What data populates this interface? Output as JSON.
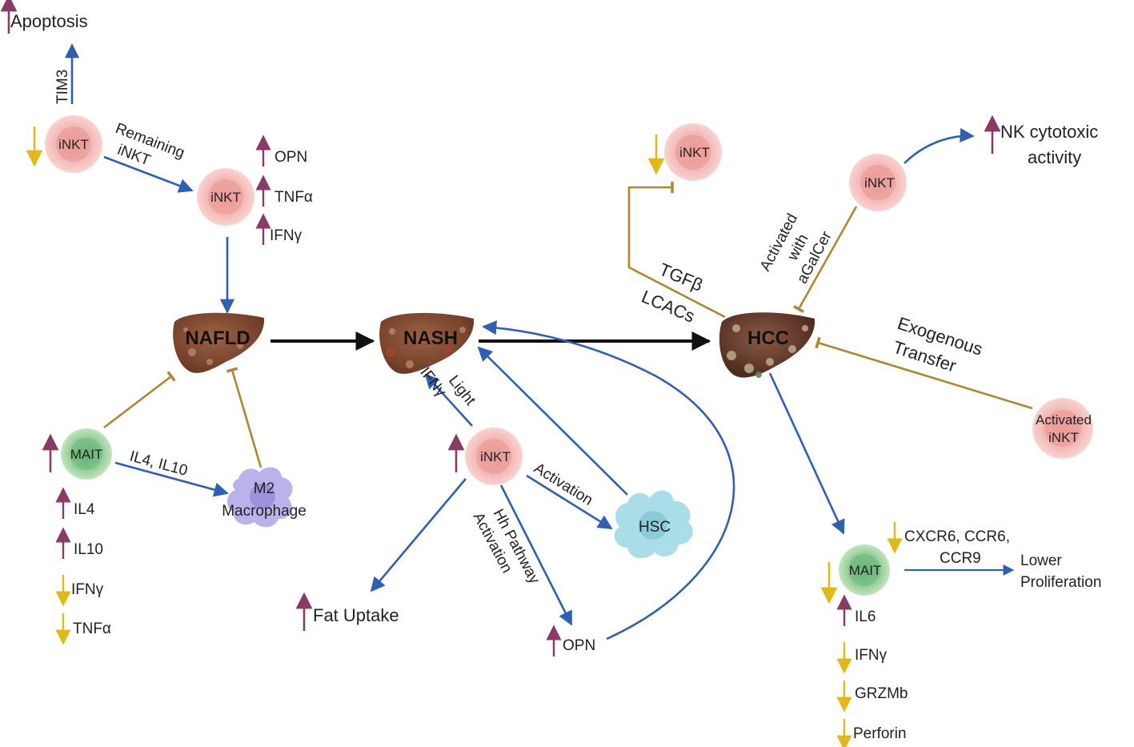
{
  "diagram": {
    "organs": {
      "nafld": "NAFLD",
      "nash": "NASH",
      "hcc": "HCC"
    },
    "cells": {
      "inkt_top": "iNKT",
      "inkt_remaining": "iNKT",
      "inkt_nash": "iNKT",
      "inkt_hcc_tgfb": "iNKT",
      "inkt_hcc_agalcer": "iNKT",
      "activated_inkt": [
        "Activated",
        "iNKT"
      ],
      "mait_nafld": "MAIT",
      "mait_hcc": "MAIT",
      "m2_macrophage": [
        "M2",
        "Macrophage"
      ],
      "hsc": "HSC"
    },
    "edge_labels": {
      "tim3": "TIM3",
      "remaining_inkt": [
        "Remaining",
        "iNKT"
      ],
      "il4_il10": "IL4, IL10",
      "light_ifng": [
        "Light",
        "IFNγ"
      ],
      "activation": "Activation",
      "hh_pathway": [
        "Hh Pathway",
        "Activation"
      ],
      "tgfb": "TGFβ",
      "lcacs": "LCACs",
      "activated_agalcer": [
        "Activated",
        "with",
        "aGalCer"
      ],
      "exogenous_transfer": [
        "Exogenous",
        "Transfer"
      ],
      "cxcr6_ccr6_ccr9": [
        "CXCR6, CCR6,",
        "CCR9"
      ]
    },
    "outcomes": {
      "apoptosis": "Apoptosis",
      "nk_cytotoxic": [
        "NK cytotoxic",
        "activity"
      ],
      "fat_uptake": "Fat Uptake",
      "opn_nash": "OPN",
      "lower_proliferation": [
        "Lower",
        "Proliferation"
      ]
    },
    "markers": {
      "remaining_inkt": [
        "OPN",
        "TNFα",
        "IFNγ"
      ],
      "mait_nafld": [
        "IL4",
        "IL10",
        "IFNγ",
        "TNFα"
      ],
      "mait_hcc": [
        "IL6",
        "IFNγ",
        "GRZMb",
        "Perforin"
      ]
    },
    "colors": {
      "up_arrow": "#8b3a66",
      "down_arrow": "#e0b81a",
      "blue_arrow": "#2f5fb0",
      "inhibit_line": "#b08530",
      "inkt_cell": "#f5c4c0",
      "mait_cell": "#a8d5a2",
      "macrophage": "#b9b3ec",
      "hsc": "#a9dde7",
      "liver": "#8b5236"
    }
  }
}
